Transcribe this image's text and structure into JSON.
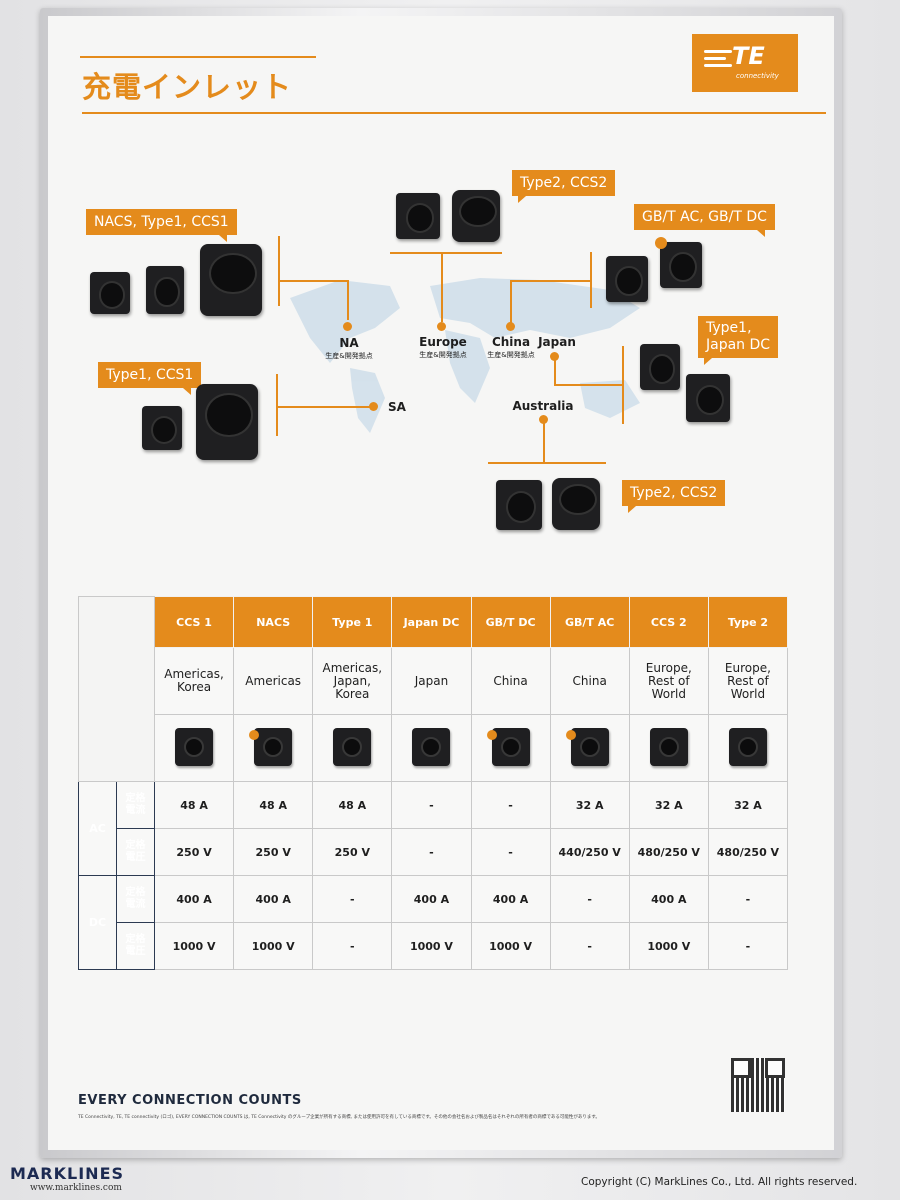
{
  "poster": {
    "title": "充電インレット",
    "logo": "TE",
    "logo_sub": "connectivity",
    "brand_color": "#e48b1c",
    "dark_color": "#1b2537"
  },
  "tags": {
    "nacs": "NACS, Type1, CCS1",
    "type1_sa": "Type1, CCS1",
    "europe": "Type2, CCS2",
    "china": "GB/T AC, GB/T DC",
    "japan_l1": "Type1,",
    "japan_l2": "Japan DC",
    "australia": "Type2, CCS2"
  },
  "regions": {
    "na": "NA",
    "na_sub": "生産&開発拠点",
    "europe": "Europe",
    "europe_sub": "生産&開発拠点",
    "china": "China",
    "china_sub": "生産&開発拠点",
    "japan": "Japan",
    "sa": "SA",
    "australia": "Australia"
  },
  "table": {
    "headers": [
      "CCS 1",
      "NACS",
      "Type 1",
      "Japan DC",
      "GB/T DC",
      "GB/T AC",
      "CCS 2",
      "Type 2"
    ],
    "regions": [
      [
        "Americas,",
        "Korea"
      ],
      [
        "Americas"
      ],
      [
        "Americas,",
        "Japan,",
        "Korea"
      ],
      [
        "Japan"
      ],
      [
        "China"
      ],
      [
        "China"
      ],
      [
        "Europe,",
        "Rest of",
        "World"
      ],
      [
        "Europe,",
        "Rest of",
        "World"
      ]
    ],
    "ac": "AC",
    "dc": "DC",
    "current_l1": "定格",
    "current_l2": "電流",
    "voltage_l1": "定格",
    "voltage_l2": "電圧",
    "ac_current": [
      "48 A",
      "48 A",
      "48 A",
      "-",
      "-",
      "32 A",
      "32 A",
      "32 A"
    ],
    "ac_voltage": [
      "250 V",
      "250 V",
      "250 V",
      "-",
      "-",
      "440/250 V",
      "480/250 V",
      "480/250 V"
    ],
    "dc_current": [
      "400 A",
      "400 A",
      "-",
      "400 A",
      "400 A",
      "-",
      "400 A",
      "-"
    ],
    "dc_voltage": [
      "1000 V",
      "1000 V",
      "-",
      "1000 V",
      "1000 V",
      "-",
      "1000 V",
      "-"
    ]
  },
  "footer": {
    "slogan": "EVERY CONNECTION COUNTS",
    "fine_print": "TE Connectivity, TE, TE connectivity (ロゴ), EVERY CONNECTION COUNTS は, TE Connectivity のグループ企業が所有する商標, または使用許可を有している商標です。その他の会社名および製品名はそれぞれの所有者の商標である可能性があります。"
  },
  "watermark": {
    "logo": "MARKLINES",
    "url": "www.marklines.com",
    "copyright": "Copyright (C) MarkLines Co., Ltd. All rights reserved."
  }
}
